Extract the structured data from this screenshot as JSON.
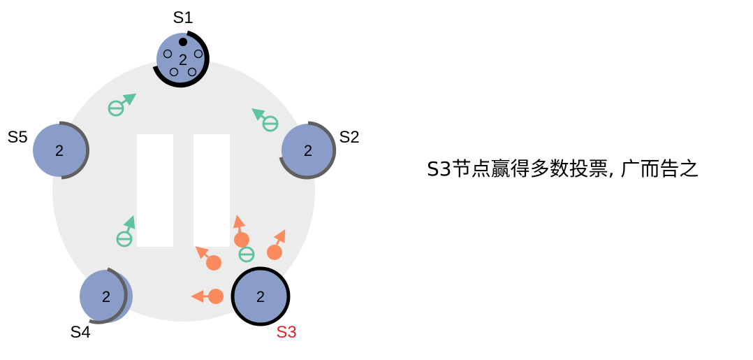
{
  "diagram": {
    "nodes": [
      {
        "id": "S1",
        "label": "S1",
        "term": "2",
        "label_color": "#000000",
        "border": "arc-thick-black",
        "votes": "received"
      },
      {
        "id": "S2",
        "label": "S2",
        "term": "2",
        "label_color": "#000000",
        "border": "arc-gray"
      },
      {
        "id": "S3",
        "label": "S3",
        "term": "2",
        "label_color": "#e8202a",
        "border": "ring-thick-black"
      },
      {
        "id": "S4",
        "label": "S4",
        "term": "2",
        "label_color": "#000000",
        "border": "arc-gray"
      },
      {
        "id": "S5",
        "label": "S5",
        "term": "2",
        "label_color": "#000000",
        "border": "arc-gray"
      }
    ],
    "messages": [
      {
        "type": "heartbeat-from-S3",
        "color": "#fb8a5e"
      },
      {
        "type": "vote-reply",
        "color": "#5fc2a0"
      }
    ],
    "status_icon": "pause-icon",
    "colors": {
      "node_fill": "#8a9dc9",
      "ring_bg": "#ececec",
      "arc_gray": "#606060",
      "vote": "#5fc2a0",
      "append": "#fb8a5e",
      "leader_label": "#e8202a"
    }
  },
  "caption": "S3节点赢得多数投票, 广而告之"
}
